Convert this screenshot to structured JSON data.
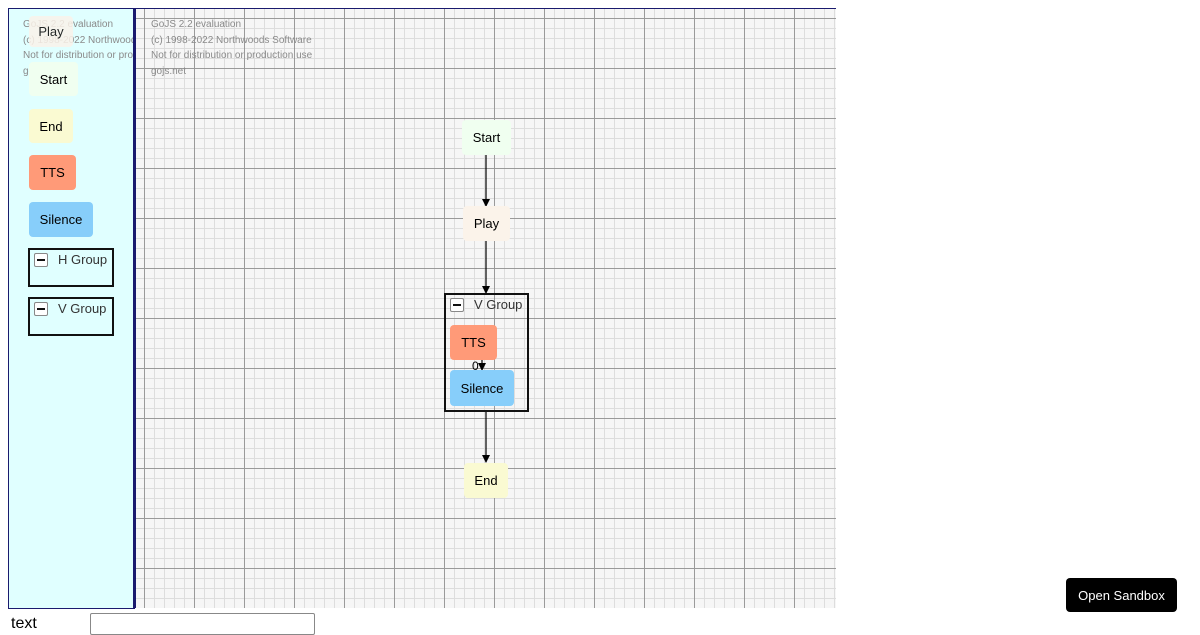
{
  "watermark": {
    "line1": "GoJS 2.2 evaluation",
    "line2": "(c) 1998-2022 Northwoods Software",
    "line3": "Not for distribution or production use",
    "line4": "gojs.net"
  },
  "palette": {
    "items": [
      {
        "label": "Play",
        "color": "#fbf3ea"
      },
      {
        "label": "Start",
        "color": "#f0fff0"
      },
      {
        "label": "End",
        "color": "#fafad2"
      },
      {
        "label": "TTS",
        "color": "#ff9a78"
      },
      {
        "label": "Silence",
        "color": "#87cefa"
      }
    ],
    "groups": [
      {
        "label": "H Group"
      },
      {
        "label": "V Group"
      }
    ]
  },
  "diagram": {
    "nodes": {
      "start": {
        "label": "Start",
        "color": "#f0fff0"
      },
      "play": {
        "label": "Play",
        "color": "#fbf3ea"
      },
      "end": {
        "label": "End",
        "color": "#fafad2"
      },
      "tts": {
        "label": "TTS",
        "color": "#ff9a78"
      },
      "silence": {
        "label": "Silence",
        "color": "#87cefa"
      }
    },
    "group": {
      "label": "V Group"
    },
    "link_label": "0"
  },
  "controls": {
    "open_sandbox": "Open Sandbox",
    "text_label": "text",
    "text_value": ""
  }
}
